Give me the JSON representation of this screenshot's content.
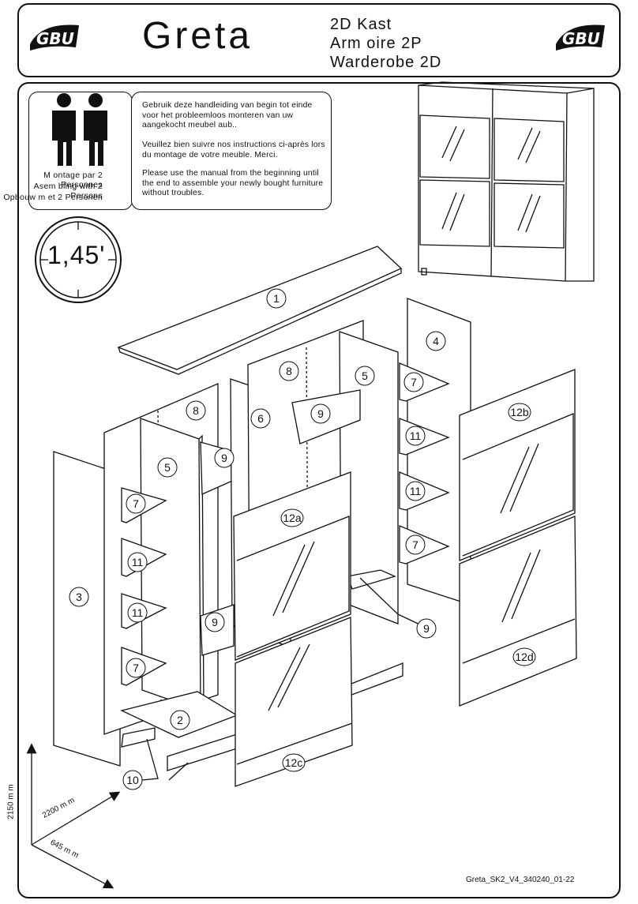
{
  "header": {
    "title": "Greta",
    "subtitles": [
      "2D Kast",
      "Arm oire 2P",
      "Warderobe 2D"
    ],
    "logo_text": "GBU"
  },
  "info": {
    "persons": [
      "M ontage par 2 Personnes",
      "Asem bling with 2 Persons",
      "Opbouw m et  2 Personen"
    ],
    "intro": [
      "Gebruik deze handleiding van begin tot einde voor het probleemloos monteren van uw aangekocht meubel aub..",
      "Veuillez bien suivre nos instructions ci-après lors du montage de votre meuble. Merci.",
      "Please use the manual from the beginning until the end to assemble your newly bought furniture without troubles."
    ]
  },
  "time": "1,45'",
  "parts": {
    "p1": "1",
    "p2": "2",
    "p3": "3",
    "p4": "4",
    "p5a": "5",
    "p5b": "5",
    "p6": "6",
    "p8a": "8",
    "p8b": "8",
    "p9a": "9",
    "p9b": "9",
    "p9c": "9",
    "p9d": "9",
    "p7a": "7",
    "p7b": "7",
    "p7c": "7",
    "p7d": "7",
    "p11a": "11",
    "p11b": "11",
    "p11c": "11",
    "p11d": "11",
    "p10": "10",
    "p12a": "12a",
    "p12b": "12b",
    "p12c": "12c",
    "p12d": "12d"
  },
  "dimensions": {
    "height": "2150 m m",
    "width": "2200 m m",
    "depth": "645 m m"
  },
  "footer": "Greta_SK2_V4_340240_01-22"
}
